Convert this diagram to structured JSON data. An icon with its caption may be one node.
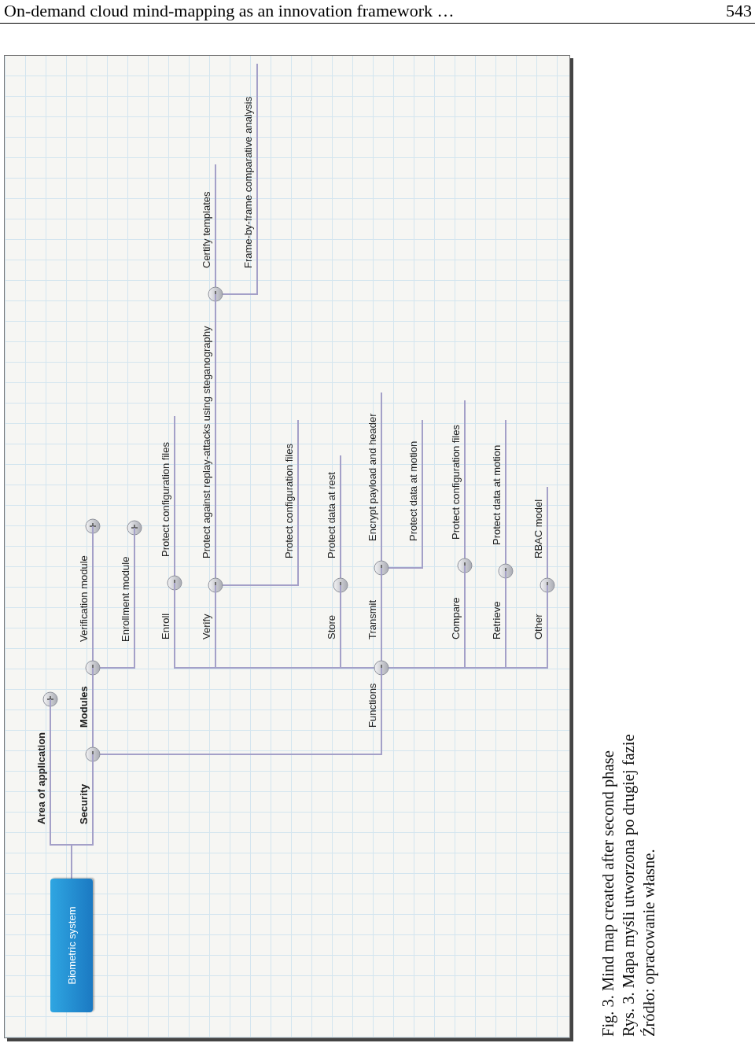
{
  "diagram": {
    "caption": "Fig. 3. Mind map created after second phase",
    "nodes": [
      {
        "text": [
          "Biometric system"
        ]
      },
      {
        "text": [
          "Area of application"
        ]
      },
      {
        "text": [
          "Security"
        ]
      },
      {
        "text": [
          "Modules"
        ]
      },
      {
        "text": [
          "Verification module"
        ]
      },
      {
        "text": [
          "Enrollment module"
        ]
      },
      {
        "text": [
          "Functions"
        ]
      },
      {
        "text": [
          "Enroll"
        ]
      },
      {
        "text": [
          "Protect configuration files"
        ]
      },
      {
        "text": [
          "Verify"
        ]
      },
      {
        "text": [
          "Protect against replay-attacks using steganography"
        ]
      },
      {
        "text": [
          "Certify templates"
        ]
      },
      {
        "text": [
          "Frame-by-frame comparative analysis"
        ]
      },
      {
        "text": [
          "Protect configuration files"
        ]
      },
      {
        "text": [
          "Store"
        ]
      },
      {
        "text": [
          "Protect data at rest"
        ]
      },
      {
        "text": [
          "Transmit"
        ]
      },
      {
        "text": [
          "Encrypt payload and header"
        ]
      },
      {
        "text": [
          "Protect data at motion"
        ]
      },
      {
        "text": [
          "Compare"
        ]
      },
      {
        "text": [
          "Protect configuration files"
        ]
      },
      {
        "text": [
          "Retrieve"
        ]
      },
      {
        "text": [
          "Protect data at motion"
        ]
      },
      {
        "text": [
          "Other"
        ]
      },
      {
        "text": [
          "RBAC model"
        ]
      }
    ],
    "edges": [
      {
        "from": 0,
        "to": 1,
        "arrow": "none"
      },
      {
        "from": 0,
        "to": 2,
        "arrow": "none"
      },
      {
        "from": 2,
        "to": 3,
        "arrow": "none"
      },
      {
        "from": 2,
        "to": 6,
        "arrow": "none"
      },
      {
        "from": 3,
        "to": 4,
        "arrow": "none"
      },
      {
        "from": 3,
        "to": 5,
        "arrow": "none"
      },
      {
        "from": 6,
        "to": 7,
        "arrow": "none"
      },
      {
        "from": 6,
        "to": 9,
        "arrow": "none"
      },
      {
        "from": 6,
        "to": 14,
        "arrow": "none"
      },
      {
        "from": 6,
        "to": 16,
        "arrow": "none"
      },
      {
        "from": 6,
        "to": 19,
        "arrow": "none"
      },
      {
        "from": 6,
        "to": 21,
        "arrow": "none"
      },
      {
        "from": 6,
        "to": 23,
        "arrow": "none"
      },
      {
        "from": 7,
        "to": 8,
        "arrow": "none"
      },
      {
        "from": 9,
        "to": 10,
        "arrow": "none"
      },
      {
        "from": 9,
        "to": 13,
        "arrow": "none"
      },
      {
        "from": 10,
        "to": 11,
        "arrow": "none"
      },
      {
        "from": 10,
        "to": 12,
        "arrow": "none"
      },
      {
        "from": 14,
        "to": 15,
        "arrow": "none"
      },
      {
        "from": 16,
        "to": 17,
        "arrow": "none"
      },
      {
        "from": 16,
        "to": 18,
        "arrow": "none"
      },
      {
        "from": 19,
        "to": 20,
        "arrow": "none"
      },
      {
        "from": 21,
        "to": 22,
        "arrow": "none"
      },
      {
        "from": 23,
        "to": 24,
        "arrow": "none"
      }
    ],
    "labels": [
      "On-demand cloud mind-mapping as an innovation framework …",
      "543",
      "Rys. 3. Mapa myśli utworzona po drugiej fazie",
      "Źródło: opracowanie własne."
    ]
  }
}
